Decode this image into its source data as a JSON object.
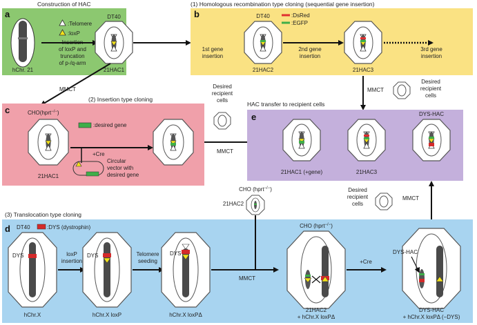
{
  "panels": {
    "a": {
      "letter": "a",
      "title": "Construction of HAC",
      "legend_telomere": ":Telomere",
      "legend_loxp": ":loxP",
      "step_line1": "Insertion",
      "step_line2": "of loxP and",
      "step_line3": "truncation",
      "step_line4": "of p-/q-arm",
      "chromosome": "hChr. 21",
      "cell_line": "DT40",
      "product": "21HAC1"
    },
    "b": {
      "letter": "b",
      "title": "(1) Homologous recombination type cloning (sequential gene insertion)",
      "cell_line": "DT40",
      "legend_dsred": ":DsRed",
      "legend_egfp": ":EGFP",
      "step1_line1": "1st gene",
      "step1_line2": "insertion",
      "product1": "21HAC2",
      "step2_line1": "2nd gene",
      "step2_line2": "insertion",
      "product2": "21HAC3",
      "step3_line1": "3rd gene",
      "step3_line2": "insertion"
    },
    "c": {
      "letter": "c",
      "title": "(2) Insertion type cloning",
      "cell_line": "CHO(hprt",
      "cell_line_sup": "−/−",
      "cell_line_close": ")",
      "legend_gene": ":desired gene",
      "cre": "+Cre",
      "vector_line1": "Circular",
      "vector_line2": "vector with",
      "vector_line3": "desired gene",
      "product": "21HAC1"
    },
    "d": {
      "letter": "d",
      "title": "(3) Translocation type cloning",
      "cell_line": "DT40",
      "legend_dys": ":DYS (dystrophin)",
      "dys": "DYS",
      "chr1": "hChr.X",
      "step1_line1": "loxP",
      "step1_line2": "insertion",
      "chr2": "hChr.X loxP",
      "step2_line1": "Telomere",
      "step2_line2": "seeding",
      "chr3": "hChr.X loxPΔ",
      "mmct": "MMCT",
      "donor_cell": "CHO (hprt",
      "donor_sup": "−/−",
      "donor_close": ")",
      "donor_hac": "21HAC2",
      "cho_label": "CHO (hprt",
      "cho_sup": "−/−",
      "cho_close": ")",
      "fusion_line1": "21HAC2",
      "fusion_line2": "+ hChr.X loxPΔ",
      "cre": "+Cre",
      "dys_hac_pointer": "DYS-HAC",
      "result_line1": "DYS-HAC",
      "result_line2": "+ hChr.X loxPΔ (−DYS)"
    },
    "e": {
      "letter": "e",
      "title": "HAC transfer to recipient cells",
      "hac1": "21HAC1 (+gene)",
      "hac2": "21HAC3",
      "hac3": "DYS-HAC"
    }
  },
  "transfers": {
    "mmct_a_to_c": "MMCT",
    "mmct_c_to_e": "MMCT",
    "mmct_b_to_e": "MMCT",
    "mmct_d_to_e": "MMCT",
    "recipient_c_line1": "Desired",
    "recipient_c_line2": "recipient",
    "recipient_c_line3": "cells",
    "recipient_b_line1": "Desired",
    "recipient_b_line2": "recipient",
    "recipient_b_line3": "cells",
    "recipient_d_line1": "Desired",
    "recipient_d_line2": "recipient",
    "recipient_d_line3": "cells"
  },
  "colors": {
    "panel_a": "#8cc870",
    "panel_b": "#fae283",
    "panel_c": "#f0a0aa",
    "panel_d": "#a8d4f0",
    "panel_e": "#c4b0dc",
    "chromosome": "#4a4a4a",
    "dsred": "#e03030",
    "egfp": "#3fae49",
    "loxp": "#f3e21a",
    "dys": "#d42a2a"
  }
}
